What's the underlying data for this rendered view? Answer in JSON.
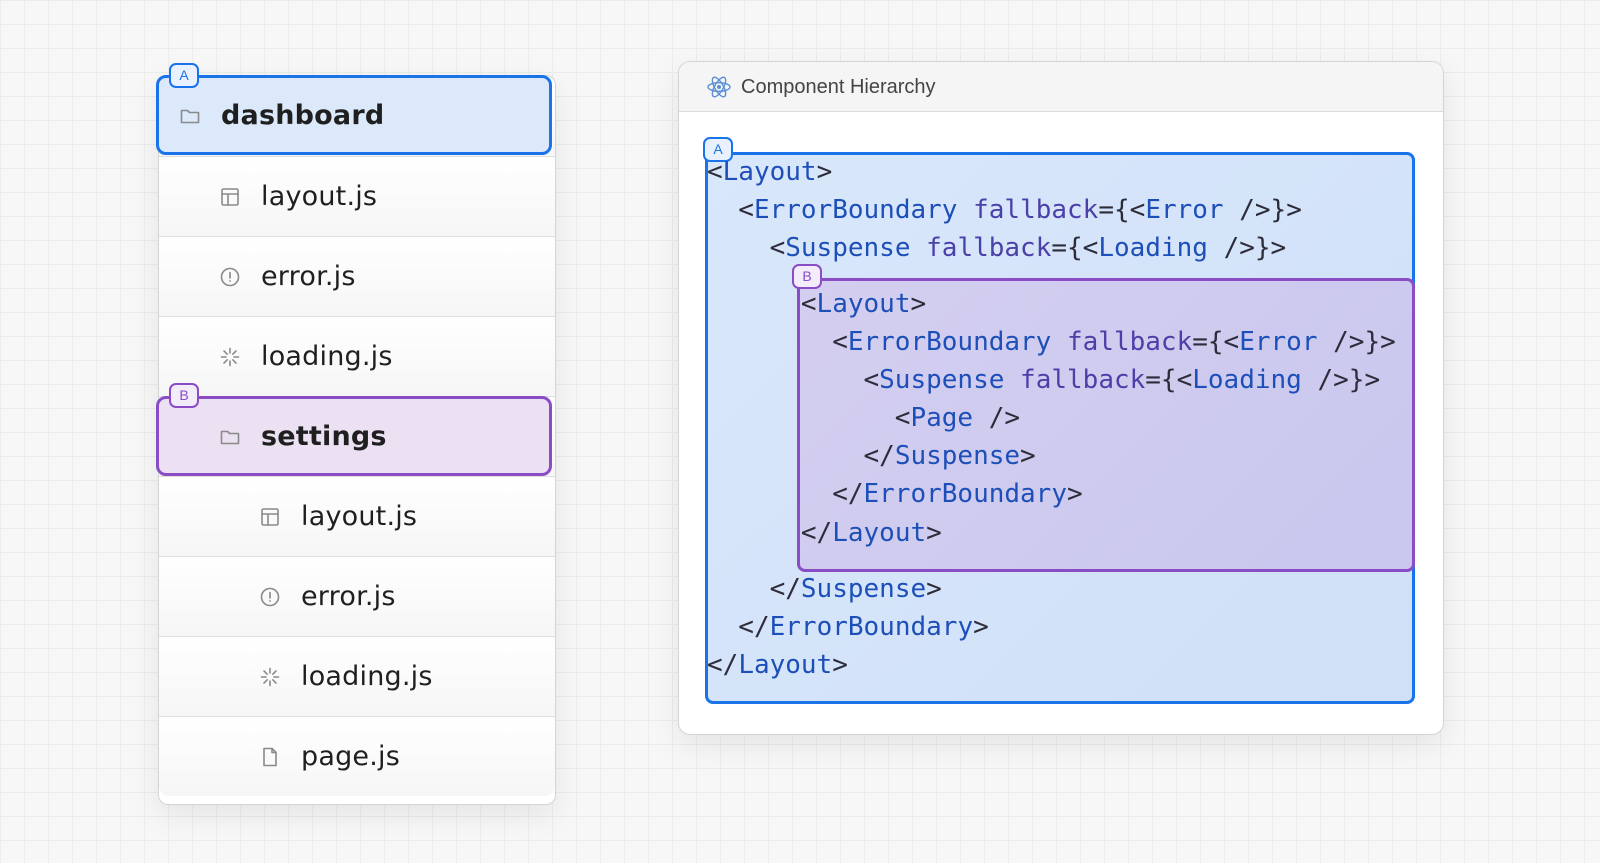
{
  "tree": {
    "items": [
      {
        "label": "dashboard",
        "icon": "folder-icon",
        "bold": true,
        "indent": 0,
        "highlight": "blue",
        "badge": "A"
      },
      {
        "label": "layout.js",
        "icon": "layout-icon",
        "bold": false,
        "indent": 1
      },
      {
        "label": "error.js",
        "icon": "error-icon",
        "bold": false,
        "indent": 1
      },
      {
        "label": "loading.js",
        "icon": "loading-icon",
        "bold": false,
        "indent": 1
      },
      {
        "label": "settings",
        "icon": "folder-icon",
        "bold": true,
        "indent": 1,
        "highlight": "purple",
        "badge": "B"
      },
      {
        "label": "layout.js",
        "icon": "layout-icon",
        "bold": false,
        "indent": 2
      },
      {
        "label": "error.js",
        "icon": "error-icon",
        "bold": false,
        "indent": 2
      },
      {
        "label": "loading.js",
        "icon": "loading-icon",
        "bold": false,
        "indent": 2
      },
      {
        "label": "page.js",
        "icon": "page-icon",
        "bold": false,
        "indent": 2
      }
    ]
  },
  "panel": {
    "title": "Component Hierarchy",
    "icon": "react-icon",
    "badge_a": "A",
    "badge_b": "B"
  },
  "code_lines": [
    {
      "indent": 0,
      "parts": [
        [
          "p",
          "<"
        ],
        [
          "t",
          "Layout"
        ],
        [
          "p",
          ">"
        ]
      ]
    },
    {
      "indent": 1,
      "parts": [
        [
          "p",
          "<"
        ],
        [
          "t",
          "ErrorBoundary"
        ],
        [
          "p",
          " "
        ],
        [
          "a",
          "fallback"
        ],
        [
          "p",
          "={<"
        ],
        [
          "t",
          "Error"
        ],
        [
          "p",
          " />}>"
        ]
      ]
    },
    {
      "indent": 2,
      "parts": [
        [
          "p",
          "<"
        ],
        [
          "t",
          "Suspense"
        ],
        [
          "p",
          " "
        ],
        [
          "a",
          "fallback"
        ],
        [
          "p",
          "={<"
        ],
        [
          "t",
          "Loading"
        ],
        [
          "p",
          " />}>"
        ]
      ]
    },
    {
      "indent": 3,
      "parts": [
        [
          "p",
          "<"
        ],
        [
          "t",
          "Layout"
        ],
        [
          "p",
          ">"
        ]
      ]
    },
    {
      "indent": 4,
      "parts": [
        [
          "p",
          "<"
        ],
        [
          "t",
          "ErrorBoundary"
        ],
        [
          "p",
          " "
        ],
        [
          "a",
          "fallback"
        ],
        [
          "p",
          "={<"
        ],
        [
          "t",
          "Error"
        ],
        [
          "p",
          " />}>"
        ]
      ]
    },
    {
      "indent": 5,
      "parts": [
        [
          "p",
          "<"
        ],
        [
          "t",
          "Suspense"
        ],
        [
          "p",
          " "
        ],
        [
          "a",
          "fallback"
        ],
        [
          "p",
          "={<"
        ],
        [
          "t",
          "Loading"
        ],
        [
          "p",
          " />}>"
        ]
      ]
    },
    {
      "indent": 6,
      "parts": [
        [
          "p",
          "<"
        ],
        [
          "t",
          "Page"
        ],
        [
          "p",
          " />"
        ]
      ]
    },
    {
      "indent": 5,
      "parts": [
        [
          "p",
          "</"
        ],
        [
          "t",
          "Suspense"
        ],
        [
          "p",
          ">"
        ]
      ]
    },
    {
      "indent": 4,
      "parts": [
        [
          "p",
          "</"
        ],
        [
          "t",
          "ErrorBoundary"
        ],
        [
          "p",
          ">"
        ]
      ]
    },
    {
      "indent": 3,
      "parts": [
        [
          "p",
          "</"
        ],
        [
          "t",
          "Layout"
        ],
        [
          "p",
          ">"
        ]
      ]
    },
    {
      "indent": 2,
      "parts": [
        [
          "p",
          "</"
        ],
        [
          "t",
          "Suspense"
        ],
        [
          "p",
          ">"
        ]
      ]
    },
    {
      "indent": 1,
      "parts": [
        [
          "p",
          "</"
        ],
        [
          "t",
          "ErrorBoundary"
        ],
        [
          "p",
          ">"
        ]
      ]
    },
    {
      "indent": 0,
      "parts": [
        [
          "p",
          "</"
        ],
        [
          "t",
          "Layout"
        ],
        [
          "p",
          ">"
        ]
      ]
    }
  ],
  "colors": {
    "blue": "#1a73e8",
    "purple": "#8a4dc6",
    "tag": "#1d4fb8",
    "attr": "#4b3fa8",
    "icon": "#8a8a8a"
  }
}
